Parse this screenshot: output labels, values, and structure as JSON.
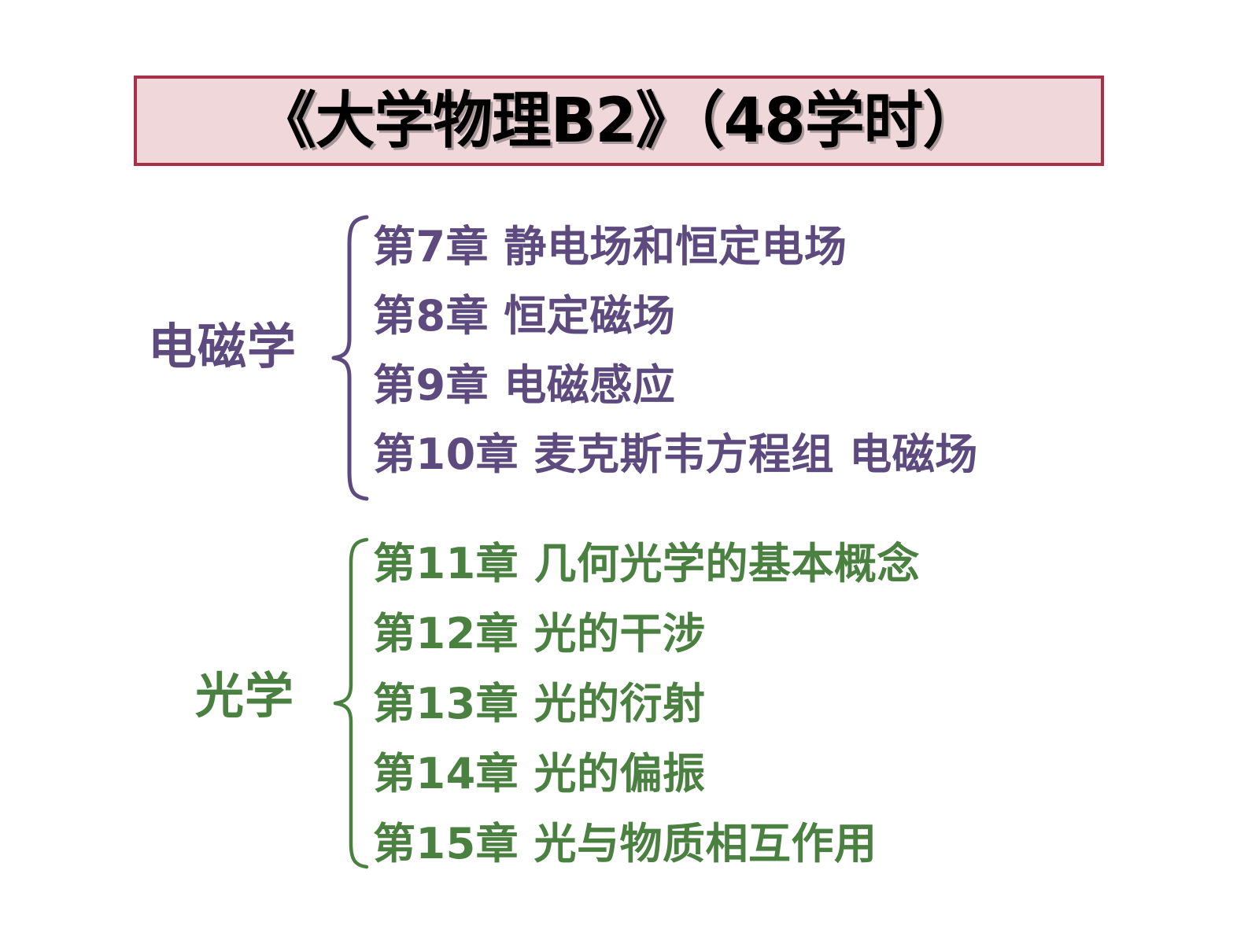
{
  "slide": {
    "background_color": "#ffffff",
    "title": {
      "text": "《大学物理B2》（48学时）",
      "background_color": "#efd7da",
      "border_color": "#a8314a",
      "text_color": "#000000"
    },
    "groups": [
      {
        "label": "电磁学",
        "color": "#5d4a7e",
        "brace": "left-curly-brace",
        "chapters": [
          "第7章 静电场和恒定电场",
          "第8章 恒定磁场",
          "第9章 电磁感应",
          "第10章 麦克斯韦方程组 电磁场"
        ]
      },
      {
        "label": "光学",
        "color": "#4a8040",
        "brace": "left-curly-brace",
        "chapters": [
          "第11章 几何光学的基本概念",
          "第12章 光的干涉",
          "第13章 光的衍射",
          "第14章 光的偏振",
          "第15章 光与物质相互作用"
        ]
      }
    ]
  }
}
